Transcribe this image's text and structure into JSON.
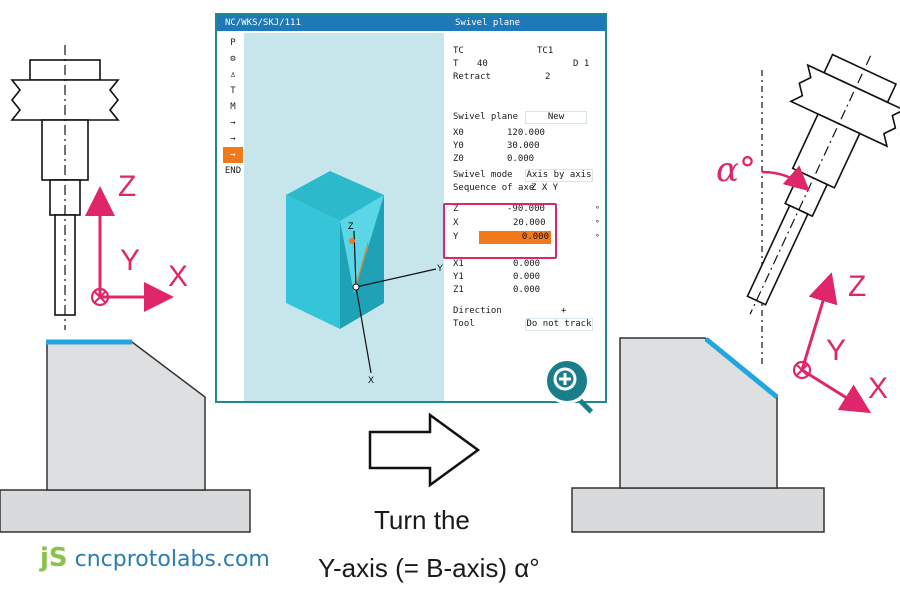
{
  "screen": {
    "path": "NC/WKS/SKJ/111",
    "title": "Swivel plane",
    "sidebar": [
      "P",
      "⚙",
      "♙",
      "T",
      "M",
      "→",
      "→",
      "→",
      "END"
    ],
    "params": {
      "tc_label": "TC",
      "tc_value": "TC1",
      "t_label": "T",
      "t_value": "40",
      "d_label": "D 1",
      "retract_label": "Retract",
      "retract_value": "2",
      "swivel_plane_label": "Swivel plane",
      "swivel_plane_value": "New",
      "x0_label": "X0",
      "x0_value": "120.000",
      "y0_label": "Y0",
      "y0_value": "30.000",
      "z0_label": "Z0",
      "z0_value": "0.000",
      "swivel_mode_label": "Swivel mode",
      "swivel_mode_value": "Axis by axis",
      "sequence_label": "Sequence of axe",
      "sequence_value": "Z X Y",
      "z_label": "Z",
      "z_value": "-90.000",
      "x_label": "X",
      "x_value": "20.000",
      "y_label": "Y",
      "y_value": "0.000",
      "x1_label": "X1",
      "x1_value": "0.000",
      "y1_label": "Y1",
      "y1_value": "0.000",
      "z1_label": "Z1",
      "z1_value": "0.000",
      "direction_label": "Direction",
      "direction_value": "+",
      "tool_label": "Tool",
      "tool_value": "Do not track",
      "unit": "°"
    },
    "view_axes": {
      "z": "Z",
      "y": "Y",
      "x": "X"
    }
  },
  "left_axes": {
    "z": "Z",
    "y": "Y",
    "x": "X"
  },
  "right_axes": {
    "z": "Z",
    "y": "Y",
    "x": "X"
  },
  "angle_label": "α°",
  "caption": {
    "line1": "Turn the",
    "line2": "Y-axis (= B-axis)  α°"
  },
  "brand": {
    "mark": "jS",
    "text": "cncprotolabs.com"
  },
  "colors": {
    "accent": "#e0266a",
    "surface": "#22a6e0",
    "screen_border": "#1d8a92",
    "active": "#f07a1a"
  }
}
